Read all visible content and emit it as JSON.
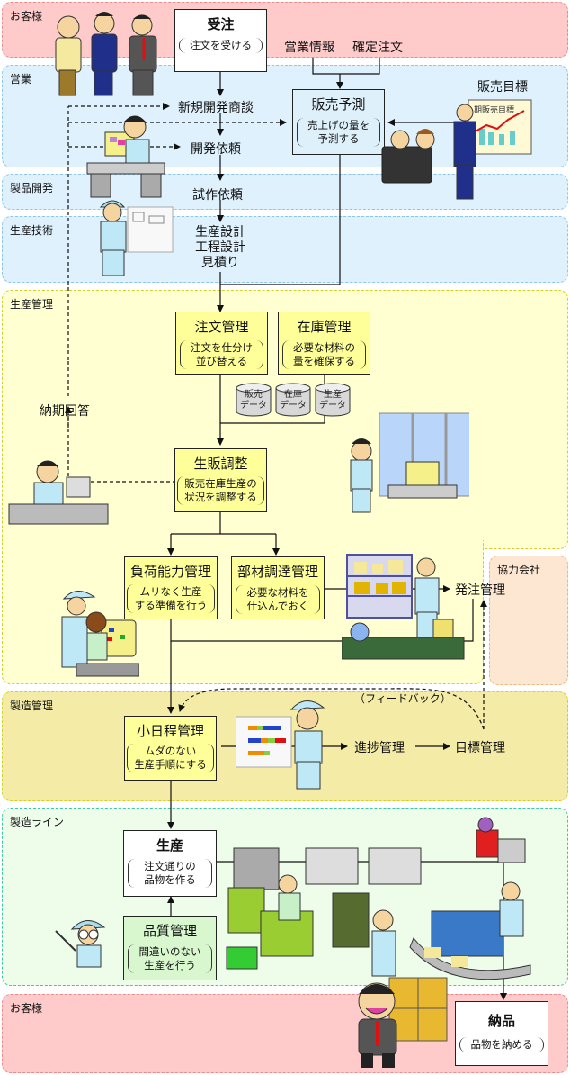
{
  "zones": {
    "customer_top": "お客様",
    "sales": "営業",
    "product_dev": "製品開発",
    "prod_engineering": "生産技術",
    "prod_management": "生産管理",
    "partner": "協力会社",
    "mfg_management": "製造管理",
    "mfg_line": "製造ライン",
    "customer_bottom": "お客様"
  },
  "boxes": {
    "order_receipt": {
      "title": "受注",
      "sub": "注文を受ける"
    },
    "sales_forecast": {
      "title": "販売予測",
      "sub": [
        "売上げの量を",
        "予測する"
      ]
    },
    "order_mgmt": {
      "title": "注文管理",
      "sub": [
        "注文を仕分け",
        "並び替える"
      ]
    },
    "inventory_mgmt": {
      "title": "在庫管理",
      "sub": [
        "必要な材料の",
        "量を確保する"
      ]
    },
    "psi_adjust": {
      "title": "生販調整",
      "sub": [
        "販売在庫生産の",
        "状況を調整する"
      ]
    },
    "load_capacity": {
      "title": "負荷能力管理",
      "sub": [
        "ムリなく生産",
        "する準備を行う"
      ]
    },
    "parts_procurement": {
      "title": "部材調達管理",
      "sub": [
        "必要な材料を",
        "仕込んでおく"
      ]
    },
    "detail_schedule": {
      "title": "小日程管理",
      "sub": [
        "ムダのない",
        "生産手順にする"
      ]
    },
    "production": {
      "title": "生産",
      "sub": [
        "注文通りの",
        "品物を作る"
      ]
    },
    "quality_mgmt": {
      "title": "品質管理",
      "sub": [
        "間違いのない",
        "生産を行う"
      ]
    },
    "delivery": {
      "title": "納品",
      "sub": "品物を納める"
    }
  },
  "labels": {
    "sales_info": "営業情報",
    "confirmed_order": "確定注文",
    "sales_target": "販売目標",
    "new_dev_negotiation": "新規開発商談",
    "dev_request": "開発依頼",
    "prototype_request": "試作依頼",
    "design_lines": [
      "生産設計",
      "工程設計",
      "見積り"
    ],
    "delivery_reply": "納期回答",
    "purchase_order_mgmt": "発注管理",
    "feedback": "（フィードバック）",
    "progress_mgmt": "進捗管理",
    "target_mgmt": "目標管理"
  },
  "databases": [
    {
      "line1": "販売",
      "line2": "データ"
    },
    {
      "line1": "在庫",
      "line2": "データ"
    },
    {
      "line1": "生産",
      "line2": "データ"
    }
  ],
  "chart_board_text": "期販売目標",
  "colors": {
    "customer": "#fecaca",
    "sales": "#dff1fd",
    "prod_management": "#ffffd2",
    "mfg_management": "#f3eba6",
    "mfg_line": "#eefdea",
    "partner": "#fde6d2",
    "box_yellow": "#ffff99"
  }
}
